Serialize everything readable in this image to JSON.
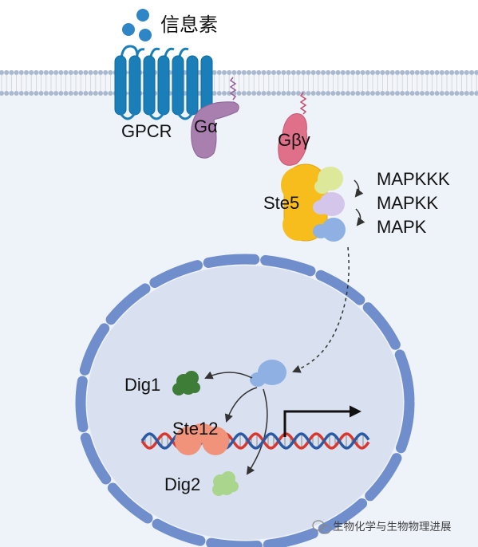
{
  "labels": {
    "signal": "信息素",
    "gpcr": "GPCR",
    "g_alpha": "Gα",
    "g_beta_gamma": "Gβγ",
    "ste5": "Ste5",
    "mapkkk": "MAPKKK",
    "mapkk": "MAPKK",
    "mapk": "MAPK",
    "dig1": "Dig1",
    "ste12": "Ste12",
    "dig2": "Dig2"
  },
  "watermark": {
    "text": "生物化学与生物物理进展",
    "icon": "wechat-icon"
  },
  "colors": {
    "cytoplasm": "#eef2f9",
    "membrane_head": "#a9b9cf",
    "gpcr": "#1a7fb8",
    "g_alpha": "#a97fb0",
    "g_beta_gamma": "#e0708a",
    "ste5": "#f7bd1c",
    "mapkkk": "#dde89a",
    "mapkk": "#d4c6ea",
    "mapk": "#8eb0e2",
    "nuclear_envelope": "#6f8ecb",
    "nucleoplasm": "#d9e0ef",
    "dig1": "#3d7d38",
    "ste12": "#f0937a",
    "dig2": "#a9d68c",
    "dna_red": "#d9382f",
    "dna_blue": "#2a5aa3"
  }
}
